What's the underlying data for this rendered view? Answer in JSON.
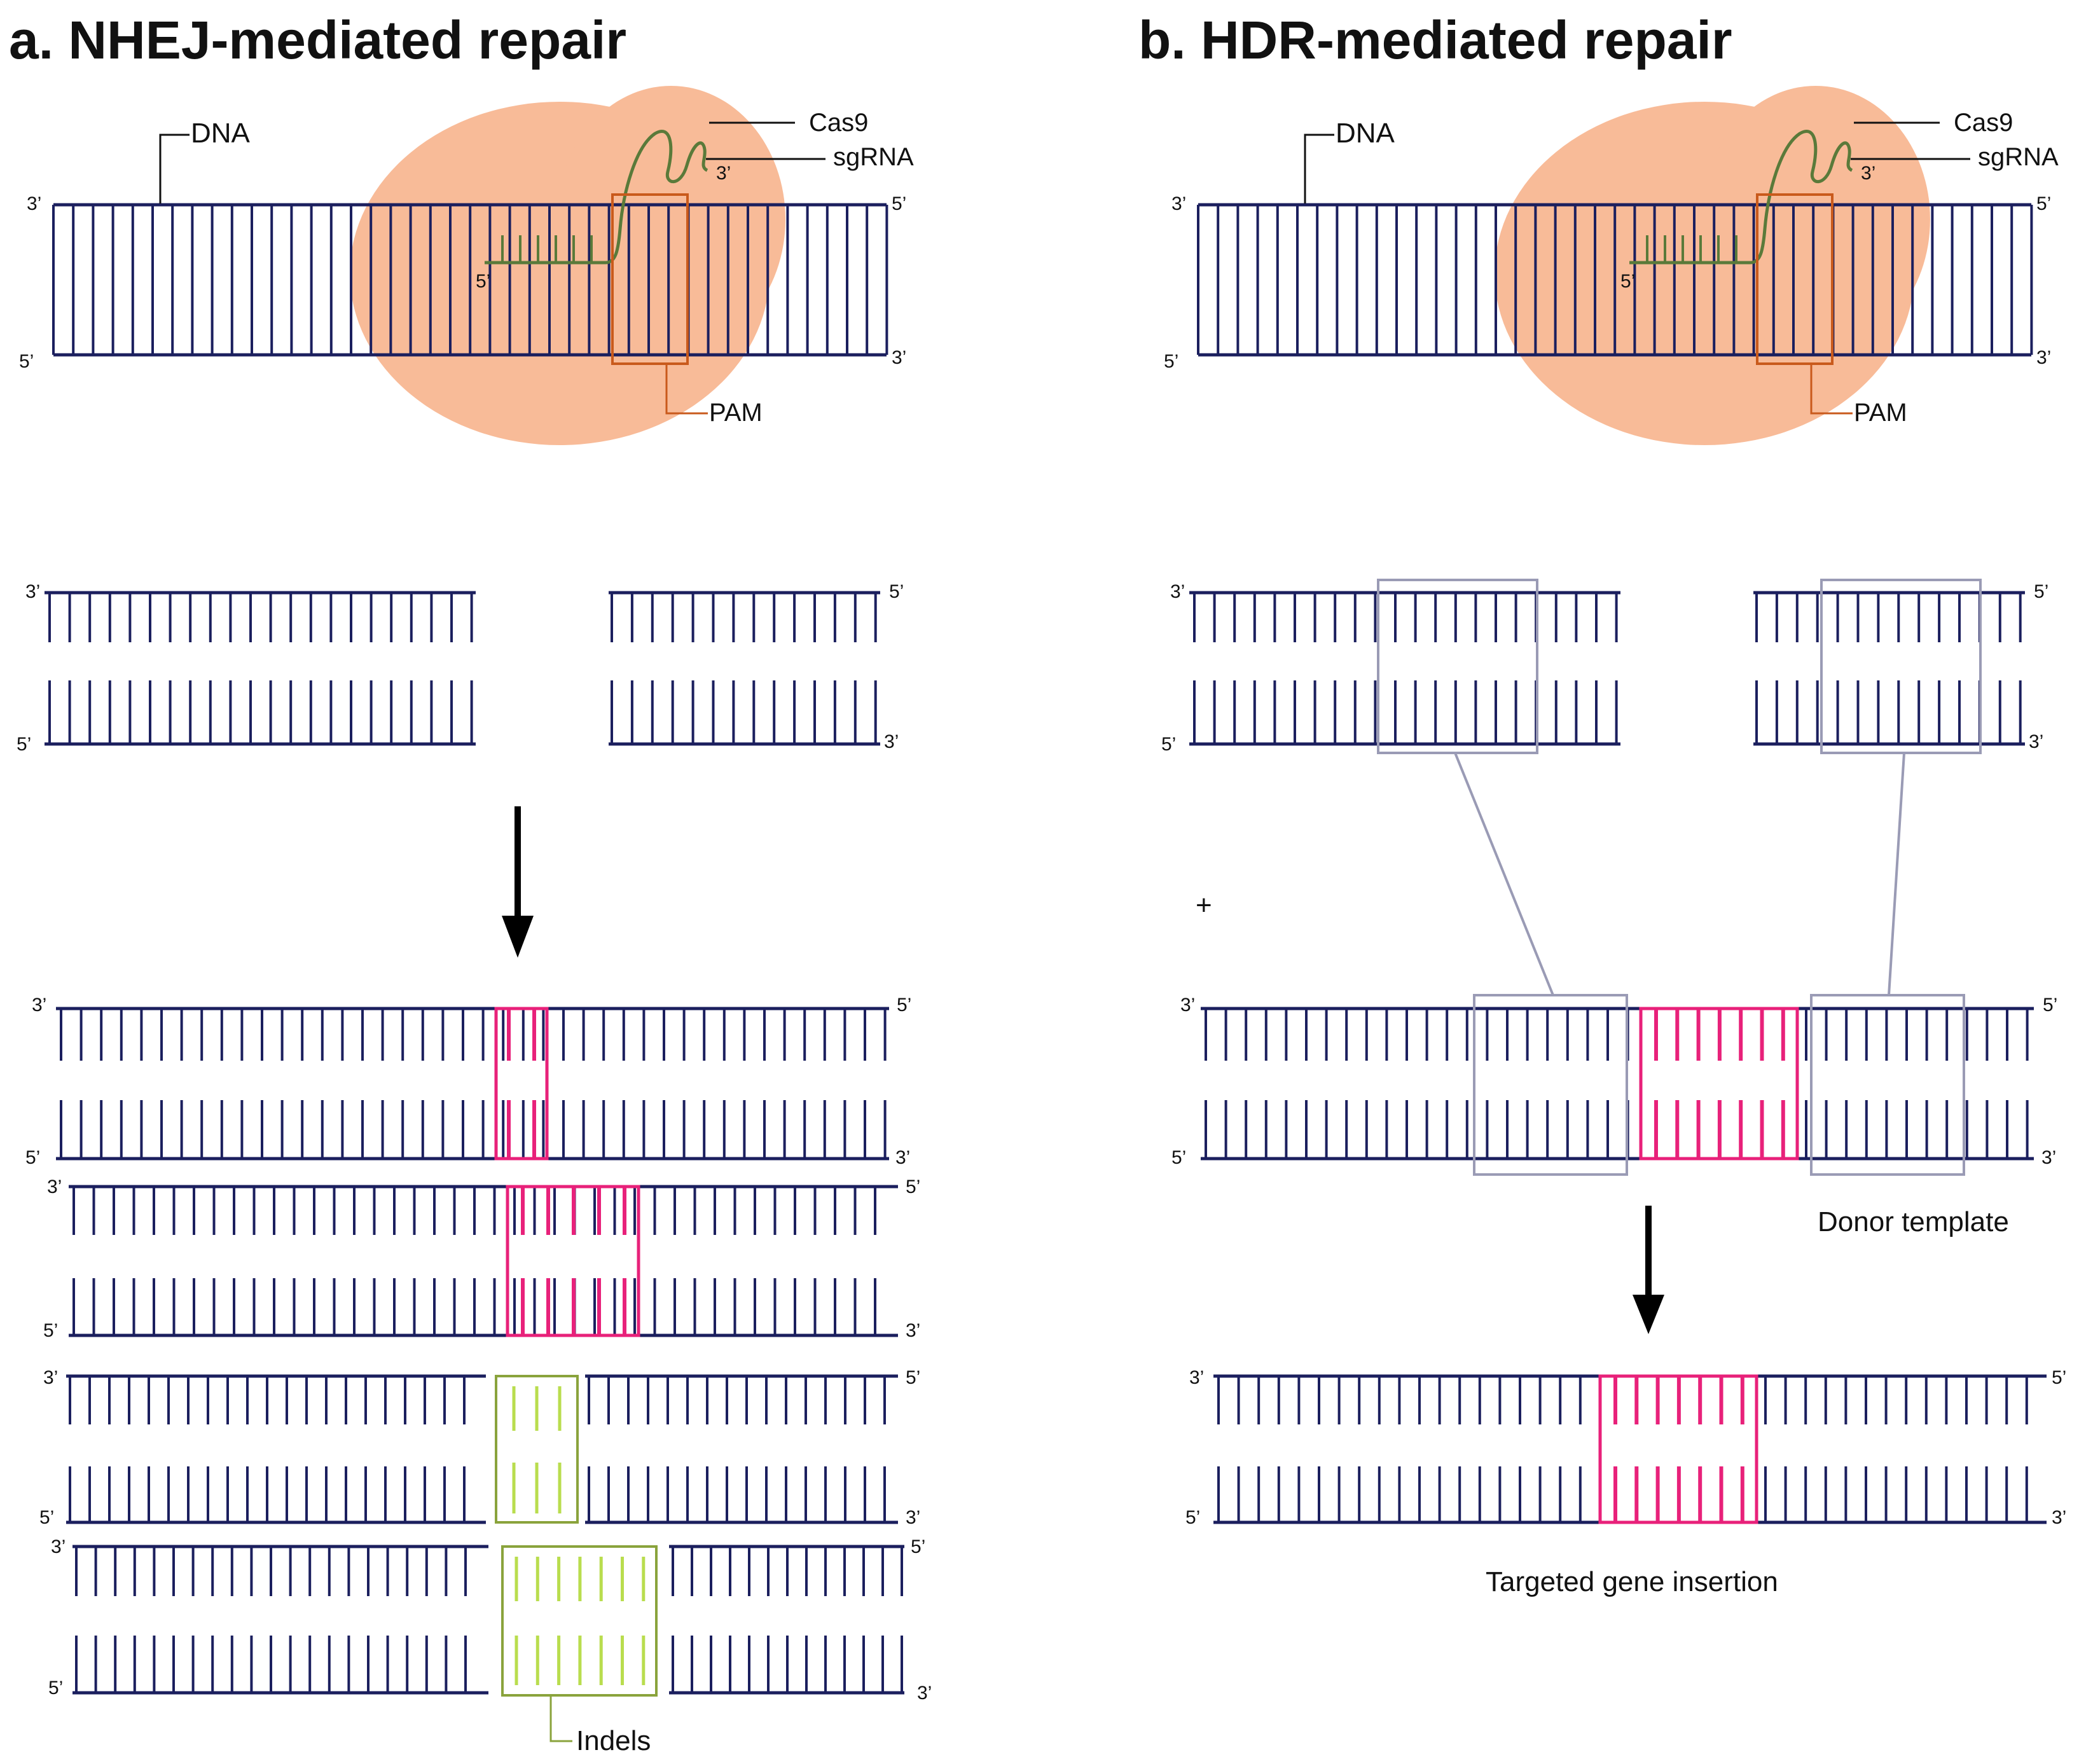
{
  "colors": {
    "dna": "#1b1f5e",
    "cas9": "#f8bb98",
    "sgrna": "#5a7a3a",
    "pam": "#c95a1c",
    "insert": "#e8217a",
    "indel": "#b9dd4e",
    "indel_box": "#8aa33c",
    "template_box": "#9a9bb5",
    "arrow": "#000000"
  },
  "panel_a": {
    "title": "a. NHEJ-mediated repair",
    "dna_label": "DNA",
    "cas9_label": "Cas9",
    "sgrna_label": "sgRNA",
    "pam_label": "PAM",
    "sg_3prime": "3’",
    "sg_5prime": "5’",
    "end_top_left": "3’",
    "end_top_right": "5’",
    "end_bottom_left": "5’",
    "end_bottom_right": "3’",
    "indels_label": "Indels"
  },
  "panel_b": {
    "title": "b. HDR-mediated repair",
    "dna_label": "DNA",
    "cas9_label": "Cas9",
    "sgrna_label": "sgRNA",
    "pam_label": "PAM",
    "sg_3prime": "3’",
    "sg_5prime": "5’",
    "end_top_left": "3’",
    "end_top_right": "5’",
    "end_bottom_left": "5’",
    "end_bottom_right": "3’",
    "plus": "+",
    "donor_label": "Donor template",
    "insertion_label": "Targeted gene insertion"
  }
}
